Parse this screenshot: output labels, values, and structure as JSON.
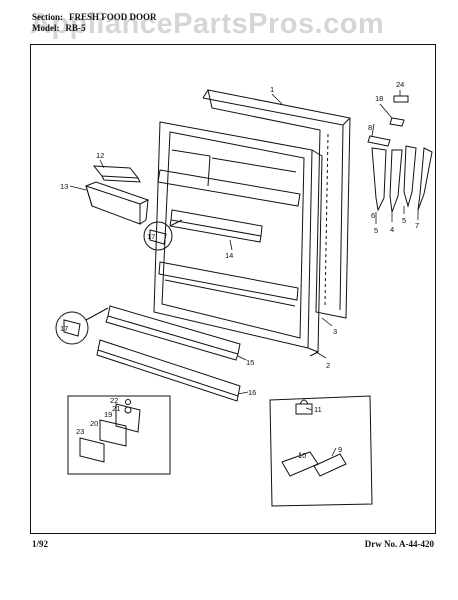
{
  "watermark": "AppliancePartsPros.com",
  "header": {
    "section_label": "Section:",
    "section_value": "FRESH FOOD DOOR",
    "model_label": "Model:",
    "model_value": "RB-5"
  },
  "callouts": {
    "c1": "1",
    "c2": "2",
    "c3": "3",
    "c4": "4",
    "c5a": "5",
    "c5b": "5",
    "c6": "6",
    "c7": "7",
    "c8": "8",
    "c9": "9",
    "c10": "10",
    "c11": "11",
    "c12": "12",
    "c13": "13",
    "c14": "14",
    "c15": "15",
    "c16": "16",
    "c17a": "17",
    "c17b": "17",
    "c18": "18",
    "c19": "19",
    "c20": "20",
    "c21": "21",
    "c22": "22",
    "c23": "23",
    "c24": "24"
  },
  "footer": {
    "date": "1/92",
    "drawing_number": "Drw No. A-44-420"
  }
}
